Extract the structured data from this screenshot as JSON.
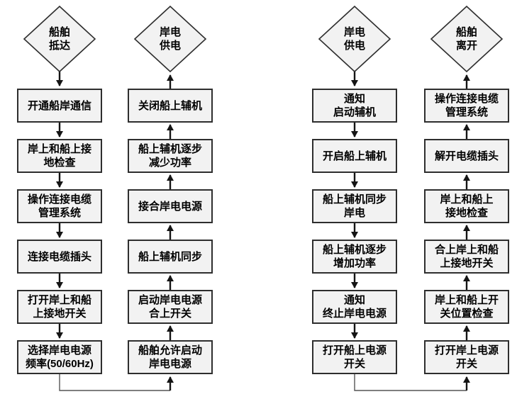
{
  "colors": {
    "node_fill": "#f2f2f2",
    "node_border": "#2e2e2e",
    "wire": "#141414",
    "wire_thin": "#555555",
    "background": "#ffffff",
    "text": "#000000"
  },
  "columns": [
    {
      "name": "ship-arrival-sequence",
      "direction": "down",
      "terminal": {
        "shape": "diamond",
        "label": "船舶\n抵达"
      },
      "steps": [
        {
          "label": "开通船岸通信"
        },
        {
          "label": "岸上和船上接\n地检查"
        },
        {
          "label": "操作连接电缆\n管理系统"
        },
        {
          "label": "连接电缆插头"
        },
        {
          "label": "打开岸上和船\n上接地开关"
        },
        {
          "label": "选择岸电电源\n频率(50/60Hz)"
        }
      ]
    },
    {
      "name": "shore-power-on-sequence",
      "direction": "up",
      "terminal": {
        "shape": "diamond",
        "label": "岸电\n供电"
      },
      "steps": [
        {
          "label": "关闭船上辅机"
        },
        {
          "label": "船上辅机逐步\n减少功率"
        },
        {
          "label": "接合岸电电源"
        },
        {
          "label": "船上辅机同步"
        },
        {
          "label": "启动岸电电源\n合上开关"
        },
        {
          "label": "船舶允许启动\n岸电电源"
        }
      ]
    },
    {
      "name": "shore-power-supply-sequence",
      "direction": "down",
      "terminal": {
        "shape": "diamond",
        "label": "岸电\n供电"
      },
      "steps": [
        {
          "label": "通知\n启动辅机"
        },
        {
          "label": "开启船上辅机"
        },
        {
          "label": "船上辅机同步\n岸电"
        },
        {
          "label": "船上辅机逐步\n增加功率"
        },
        {
          "label": "通知\n终止岸电电源"
        },
        {
          "label": "打开船上电源\n开关"
        }
      ]
    },
    {
      "name": "ship-departure-sequence",
      "direction": "up",
      "terminal": {
        "shape": "diamond",
        "label": "船舶\n离开"
      },
      "steps": [
        {
          "label": "操作连接电缆\n管理系统"
        },
        {
          "label": "解开电缆插头"
        },
        {
          "label": "岸上和船上\n接地检查"
        },
        {
          "label": "合上岸上和船\n上接地开关"
        },
        {
          "label": "岸上和船上开\n关位置检查"
        },
        {
          "label": "打开岸上电源\n开关"
        }
      ]
    }
  ],
  "connectors": [
    {
      "from": "ship-arrival-sequence-bottom",
      "to": "shore-power-on-sequence-bottom",
      "type": "elbow"
    },
    {
      "from": "shore-power-supply-sequence-bottom",
      "to": "ship-departure-sequence-bottom",
      "type": "elbow"
    }
  ]
}
